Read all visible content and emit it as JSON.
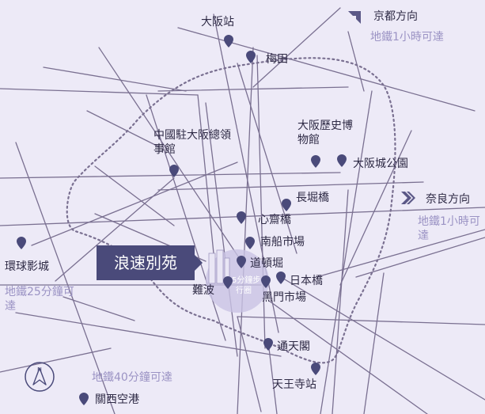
{
  "hero": {
    "label": "浪速別苑"
  },
  "walk_circle": {
    "label": "15分鐘步行圈"
  },
  "stations": {
    "osaka": "大阪站",
    "umeda": "梅田",
    "consulate": "中國駐大阪總領事館",
    "museum": "大阪歷史博物館",
    "castle_park": "大阪城公園",
    "nagahoribashi": "長堀橋",
    "shinsaibashi": "心齋橋",
    "minami_senba": "南船市場",
    "dotonbori": "道頓堀",
    "nipponbashi": "日本橋",
    "namba": "難波",
    "kuromon": "黑門市場",
    "tsutenkaku": "通天閣",
    "tennoji": "天王寺站",
    "usj": "環球影城",
    "kansai_airport": "關西空港"
  },
  "directions": {
    "kyoto": "京都方向",
    "kyoto_note": "地鐵1小時可達",
    "nara": "奈良方向",
    "nara_note": "地鐵1小時可達",
    "usj_note": "地鐵25分鐘可達",
    "airport_note": "地鐵40分鐘可達"
  },
  "compass": {
    "label": "N"
  },
  "colors": {
    "background": "#edeaf7",
    "road": "#7a7091",
    "loop": "#7a7091",
    "pin": "#4a4a7a",
    "hero": "#4a4a7a",
    "note": "#9b93c4",
    "walk_circle": "#c9c3e3"
  },
  "icons": [
    "location-pin-icon",
    "direction-arrow-icon",
    "compass-icon"
  ]
}
